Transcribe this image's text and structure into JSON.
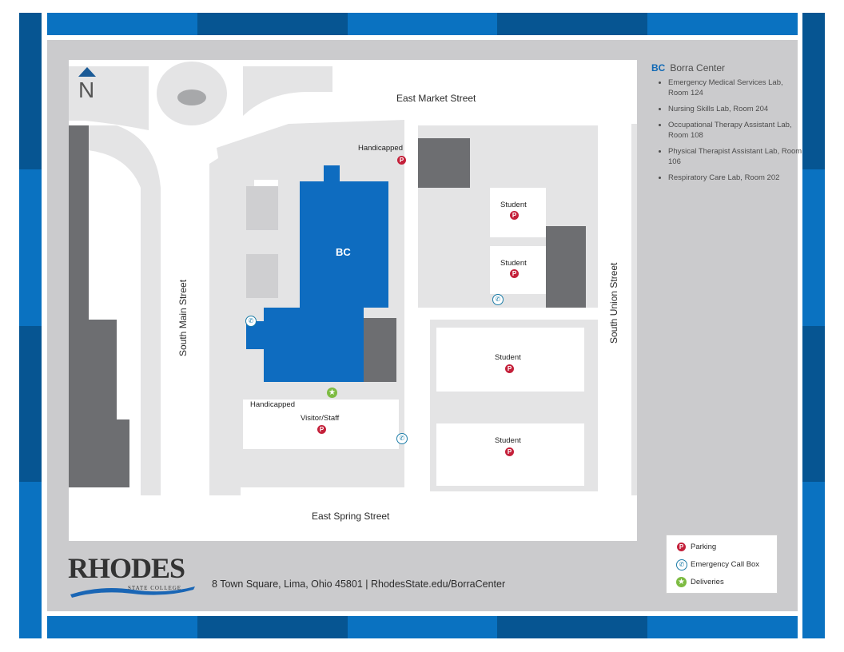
{
  "colors": {
    "frame_light": "#0a72c1",
    "frame_dark": "#065592",
    "panel_gray": "#cbcbcd",
    "building_blue": "#0e6cc0",
    "building_dark": "#6d6e71",
    "parking_lot": "#e4e4e5",
    "pin_red": "#c4203a",
    "callbox_blue": "#1d7da8",
    "delivery_green": "#7dbb42"
  },
  "north": "N",
  "streets": {
    "north": "East Market Street",
    "south": "East Spring Street",
    "west": "South Main Street",
    "east": "South Union Street"
  },
  "building": {
    "code": "BC",
    "name": "Borra Center"
  },
  "map_labels": {
    "handicapped_top": "Handicapped",
    "student_1": "Student",
    "student_2": "Student",
    "student_3": "Student",
    "student_4": "Student",
    "handicapped_bottom": "Handicapped",
    "visitor_staff": "Visitor/Staff"
  },
  "icons": {
    "parking": "P",
    "callbox": "phone-icon",
    "delivery": "star-icon"
  },
  "key": {
    "rooms": [
      "Emergency Medical Services Lab, Room 124",
      "Nursing Skills Lab, Room 204",
      "Occupational Therapy Assistant Lab, Room 108",
      "Physical Therapist Assistant Lab, Room 106",
      "Respiratory Care Lab, Room 202"
    ]
  },
  "legend": {
    "parking": "Parking",
    "callbox": "Emergency Call Box",
    "deliveries": "Deliveries"
  },
  "footer": {
    "logo": "RHODES",
    "logo_sub": "STATE COLLEGE",
    "address": "8 Town Square, Lima, Ohio 45801  |  RhodesState.edu/BorraCenter"
  }
}
